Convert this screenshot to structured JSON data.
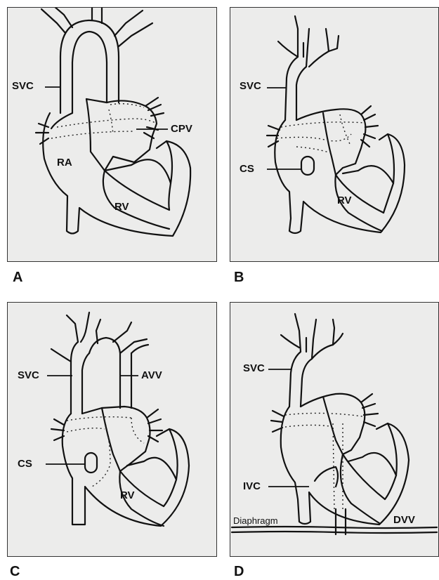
{
  "panels": [
    {
      "letter": "A",
      "labels": {
        "svc": "SVC",
        "cpv": "CPV",
        "ra": "RA",
        "rv": "RV"
      }
    },
    {
      "letter": "B",
      "labels": {
        "svc": "SVC",
        "cs": "CS",
        "rv": "RV"
      }
    },
    {
      "letter": "C",
      "labels": {
        "svc": "SVC",
        "avv": "AVV",
        "cs": "CS",
        "rv": "RV"
      }
    },
    {
      "letter": "D",
      "labels": {
        "svc": "SVC",
        "ivc": "IVC",
        "diaphragm": "Diaphragm",
        "dvv": "DVV"
      }
    }
  ]
}
